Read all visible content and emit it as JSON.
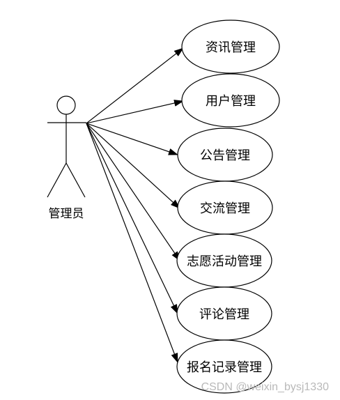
{
  "actor": {
    "label": "管理员"
  },
  "use_cases": [
    {
      "label": "资讯管理"
    },
    {
      "label": "用户管理"
    },
    {
      "label": "公告管理"
    },
    {
      "label": "交流管理"
    },
    {
      "label": "志愿活动管理"
    },
    {
      "label": "评论管理"
    },
    {
      "label": "报名记录管理"
    }
  ],
  "watermark": "CSDN @weixin_bysj1330",
  "colors": {
    "stroke": "#000000",
    "background": "#ffffff",
    "watermark": "#b9b9b9"
  }
}
